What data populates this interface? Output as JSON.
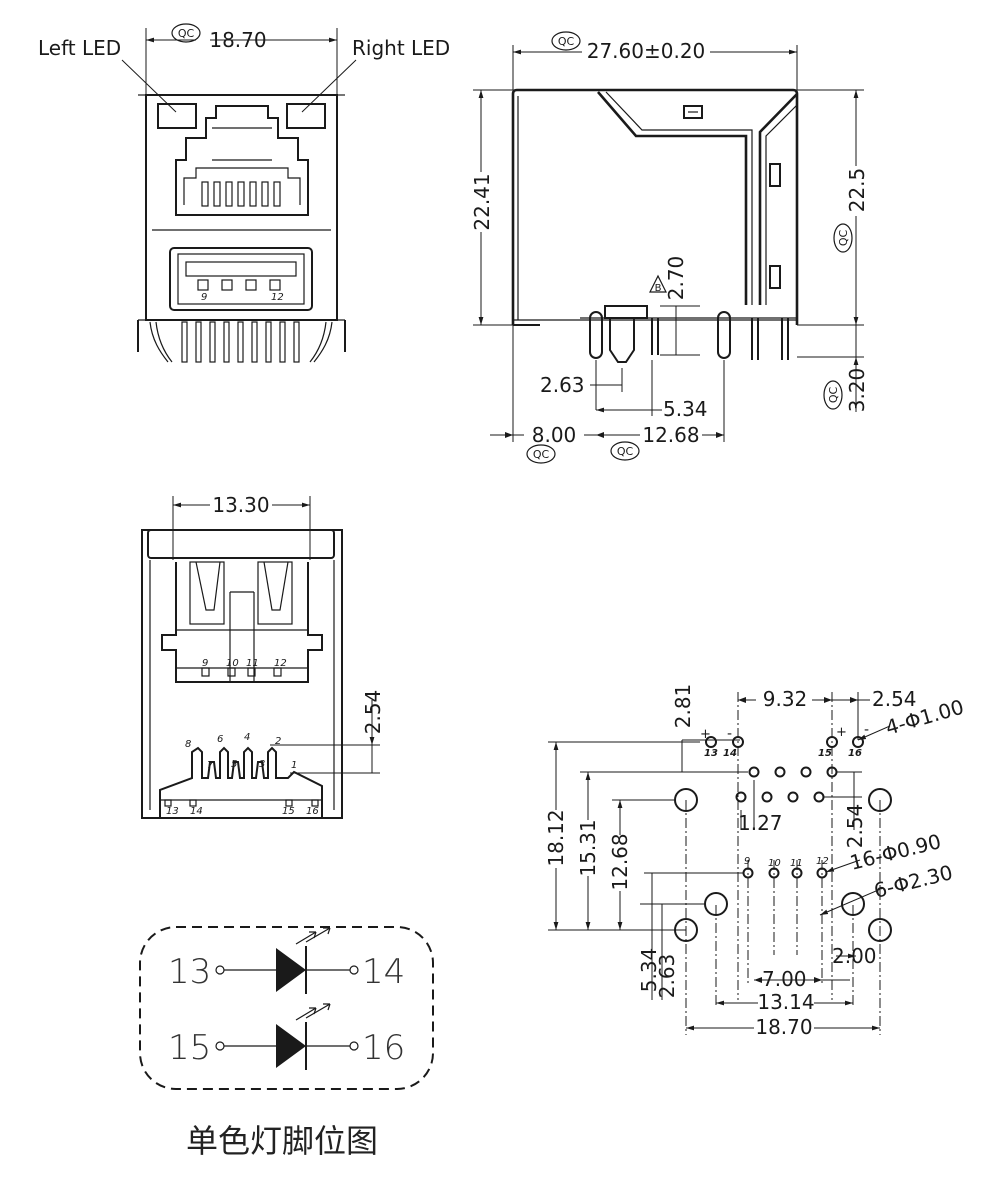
{
  "front_view": {
    "left_led": "Left LED",
    "right_led": "Right LED",
    "width_dim": "18.70",
    "qc": "QC",
    "pin_9": "9",
    "pin_12": "12"
  },
  "side_view": {
    "length_dim": "27.60±0.20",
    "height_left": "22.41",
    "height_right": "22.5",
    "mark_b": "B",
    "d_2_70": "2.70",
    "d_2_63": "2.63",
    "d_5_34": "5.34",
    "d_8_00": "8.00",
    "d_12_68": "12.68",
    "d_3_20": "3.20",
    "qc": "QC"
  },
  "bottom_view": {
    "width_dim": "13.30",
    "pitch_dim": "2.54",
    "pins_top": [
      "9",
      "10",
      "11",
      "12"
    ],
    "pins_even": [
      "8",
      "6",
      "4",
      "2"
    ],
    "pins_odd": [
      "7",
      "5",
      "3",
      "1"
    ],
    "led_pins": [
      "13",
      "14",
      "15",
      "16"
    ]
  },
  "footprint": {
    "d_9_32": "9.32",
    "d_2_54_top": "2.54",
    "d_2_81": "2.81",
    "hole_4_phi1": "4-Φ1.00",
    "plus": "+",
    "minus": "-",
    "pin_13": "13",
    "pin_14": "14",
    "pin_15": "15",
    "pin_16": "16",
    "d_18_12": "18.12",
    "d_15_31": "15.31",
    "d_12_68": "12.68",
    "d_1_27": "1.27",
    "d_2_54_right": "2.54",
    "pins_usb": [
      "9",
      "10",
      "11",
      "12"
    ],
    "hole_16_phi090": "16-Φ0.90",
    "hole_6_phi230": "6-Φ2.30",
    "d_5_34": "5.34",
    "d_2_63": "2.63",
    "d_7_00": "7.00",
    "d_2_00": "2.00",
    "d_13_14": "13.14",
    "d_18_70": "18.70"
  },
  "led_schematic": {
    "pin_13": "13",
    "pin_14": "14",
    "pin_15": "15",
    "pin_16": "16",
    "caption": "单色灯脚位图"
  }
}
